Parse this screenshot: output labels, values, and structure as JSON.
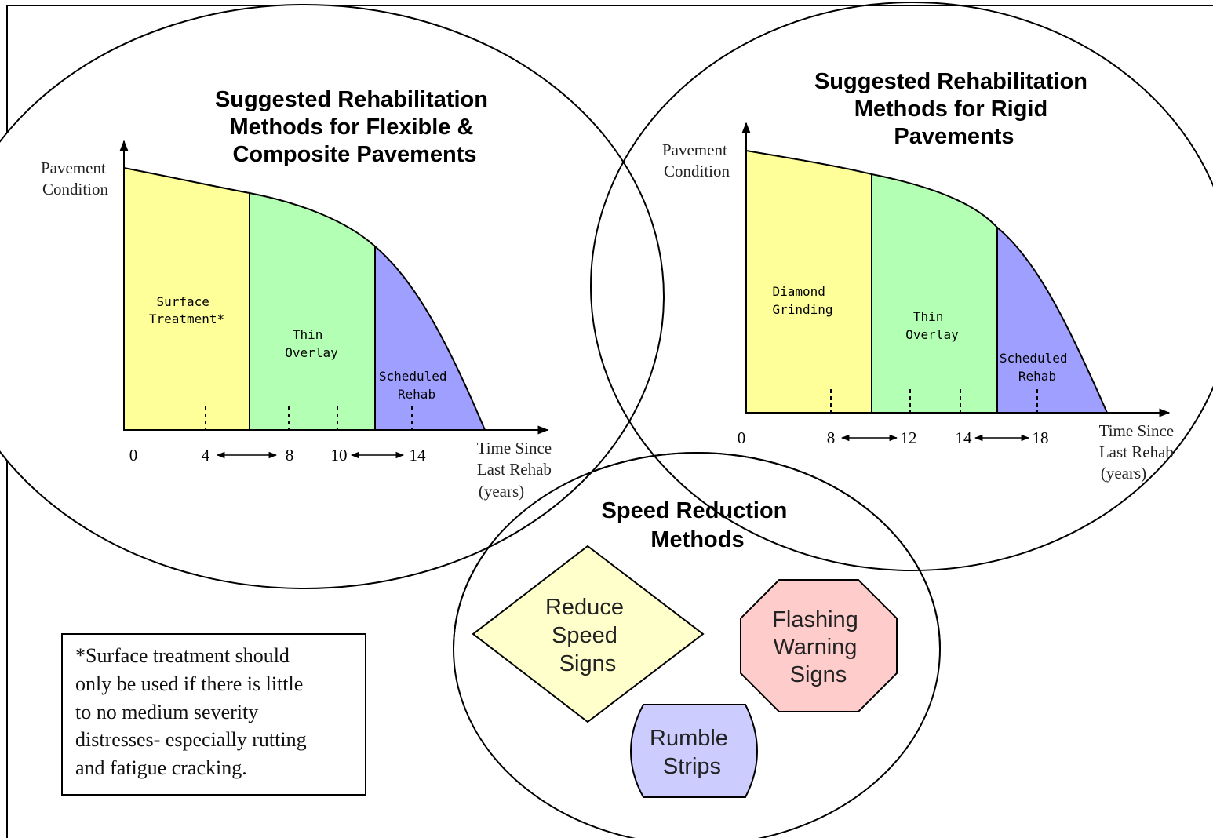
{
  "colors": {
    "yellow": "#ffff99",
    "green": "#b3ffb3",
    "blue": "#9f9fff",
    "diamond": "#ffffcc",
    "octagon": "#ffcccc",
    "rumble": "#ccccff"
  },
  "flexible": {
    "title": [
      "Suggested Rehabilitation",
      "Methods for Flexible &",
      "Composite Pavements"
    ],
    "y_label": [
      "Pavement",
      "Condition"
    ],
    "x_label": [
      "Time Since",
      "Last Rehab",
      "(years)"
    ],
    "regions": [
      {
        "lines": [
          "Surface",
          "Treatment*"
        ]
      },
      {
        "lines": [
          "Thin",
          "Overlay"
        ]
      },
      {
        "lines": [
          "Scheduled",
          "Rehab"
        ]
      }
    ],
    "ticks": [
      "0",
      "4",
      "8",
      "10",
      "14"
    ]
  },
  "rigid": {
    "title": [
      "Suggested Rehabilitation",
      "Methods for Rigid",
      "Pavements"
    ],
    "y_label": [
      "Pavement",
      "Condition"
    ],
    "x_label": [
      "Time Since",
      "Last Rehab",
      "(years)"
    ],
    "regions": [
      {
        "lines": [
          "Diamond",
          "Grinding"
        ]
      },
      {
        "lines": [
          "Thin",
          "Overlay"
        ]
      },
      {
        "lines": [
          "Scheduled",
          "Rehab"
        ]
      }
    ],
    "ticks": [
      "0",
      "8",
      "12",
      "14",
      "18"
    ]
  },
  "speed": {
    "title": [
      "Speed Reduction",
      "Methods"
    ],
    "diamond_sign": [
      "Reduce",
      "Speed",
      "Signs"
    ],
    "octagon_sign": [
      "Flashing",
      "Warning",
      "Signs"
    ],
    "rumble_sign": [
      "Rumble",
      "Strips"
    ]
  },
  "footnote": [
    "*Surface treatment should",
    "only be used if there is little",
    "to no medium severity",
    "distresses- especially rutting",
    "and fatigue cracking."
  ]
}
